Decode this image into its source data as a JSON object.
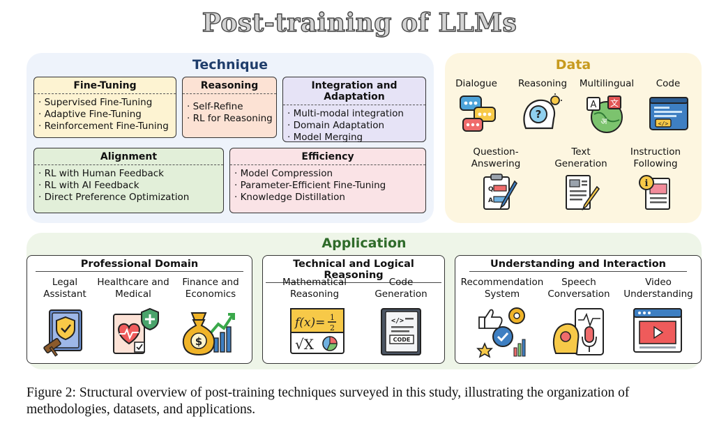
{
  "title": "Post-training of LLMs",
  "technique": {
    "title": "Technique",
    "fine_tuning": {
      "title": "Fine-Tuning",
      "items": [
        "· Supervised Fine-Tuning",
        "· Adaptive Fine-Tuning",
        "· Reinforcement Fine-Tuning"
      ]
    },
    "reasoning": {
      "title": "Reasoning",
      "items": [
        "· Self-Refine",
        "· RL for Reasoning"
      ]
    },
    "integration": {
      "title": "Integration and Adaptation",
      "items": [
        "· Multi-modal integration",
        "· Domain Adaptation",
        "· Model Merging"
      ]
    },
    "alignment": {
      "title": "Alignment",
      "items": [
        "· RL with Human Feedback",
        "· RL with AI Feedback",
        "· Direct Preference Optimization"
      ]
    },
    "efficiency": {
      "title": "Efficiency",
      "items": [
        "· Model Compression",
        "· Parameter-Efficient Fine-Tuning",
        "· Knowledge Distillation"
      ]
    }
  },
  "data": {
    "title": "Data",
    "items": [
      {
        "label": "Dialogue",
        "icon": "chat-bubbles-icon"
      },
      {
        "label": "Reasoning",
        "icon": "head-lightbulb-icon"
      },
      {
        "label": "Multilingual",
        "icon": "translation-globe-icon"
      },
      {
        "label": "Code",
        "icon": "code-window-icon"
      },
      {
        "label_lines": [
          "Question-",
          "Answering"
        ],
        "icon": "clipboard-qa-icon"
      },
      {
        "label_lines": [
          "Text",
          "Generation"
        ],
        "icon": "document-pen-icon"
      },
      {
        "label_lines": [
          "Instruction",
          "Following"
        ],
        "icon": "info-document-icon"
      }
    ]
  },
  "application": {
    "title": "Application",
    "professional": {
      "title": "Professional Domain",
      "items": [
        {
          "label_lines": [
            "Legal",
            "Assistant"
          ],
          "icon": "legal-shield-gavel-icon"
        },
        {
          "label_lines": [
            "Healthcare and",
            "Medical"
          ],
          "icon": "medical-heart-icon"
        },
        {
          "label_lines": [
            "Finance and",
            "Economics"
          ],
          "icon": "money-bag-chart-icon"
        }
      ]
    },
    "technical": {
      "title": "Technical and Logical Reasoning",
      "items": [
        {
          "label_lines": [
            "Mathematical",
            "Reasoning"
          ],
          "icon": "math-board-icon"
        },
        {
          "label_lines": [
            "Code",
            "Generation"
          ],
          "icon": "code-book-icon"
        }
      ]
    },
    "understanding": {
      "title": "Understanding and Interaction",
      "items": [
        {
          "label_lines": [
            "Recommendation",
            "System"
          ],
          "icon": "thumbs-up-gear-icon"
        },
        {
          "label_lines": [
            "Speech",
            "Conversation"
          ],
          "icon": "head-microphone-icon"
        },
        {
          "label_lines": [
            "Video",
            "Understanding"
          ],
          "icon": "video-player-icon"
        }
      ]
    }
  },
  "caption": "Figure 2: Structural overview of post-training techniques surveyed in this study, illustrating the organization of methodologies, datasets, and applications."
}
